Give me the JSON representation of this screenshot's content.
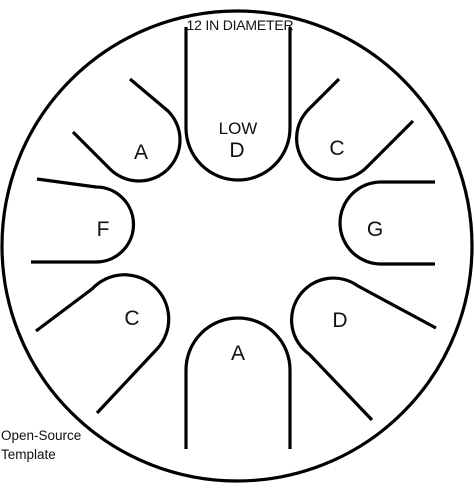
{
  "template": {
    "diameter_label": "12 IN DIAMETER",
    "footer_line1": "Open-Source",
    "footer_line2": "Template",
    "colors": {
      "stroke": "#000000",
      "text": "#111111",
      "background": "#ffffff"
    },
    "tongues": [
      {
        "id": "top",
        "qualifier": "LOW",
        "note": "D"
      },
      {
        "id": "upper-right",
        "note": "C"
      },
      {
        "id": "right",
        "note": "G"
      },
      {
        "id": "lower-right",
        "note": "D"
      },
      {
        "id": "bottom",
        "note": "A"
      },
      {
        "id": "lower-left",
        "note": "C"
      },
      {
        "id": "left",
        "note": "F"
      },
      {
        "id": "upper-left",
        "note": "A"
      }
    ]
  }
}
